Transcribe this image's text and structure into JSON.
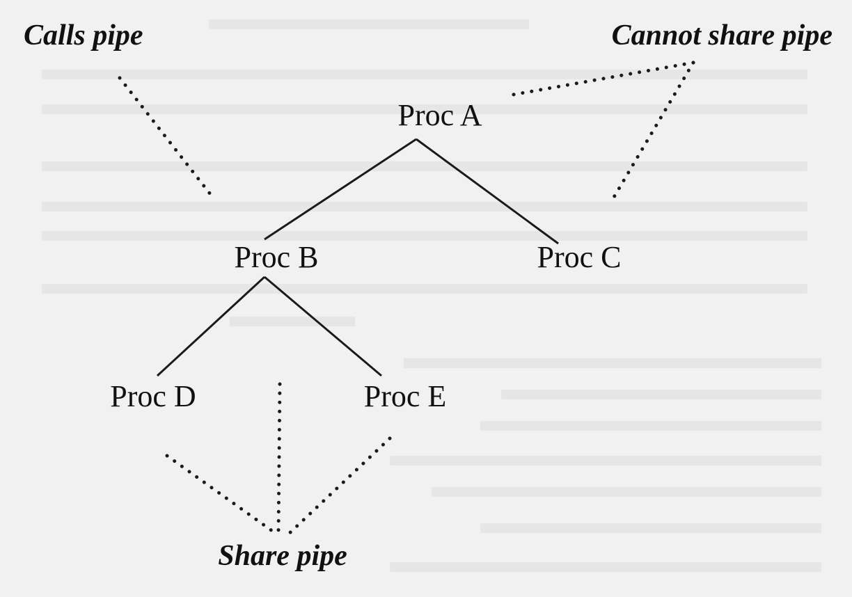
{
  "diagram": {
    "nodes": {
      "proc_a": "Proc A",
      "proc_b": "Proc B",
      "proc_c": "Proc C",
      "proc_d": "Proc D",
      "proc_e": "Proc E"
    },
    "annotations": {
      "calls_pipe": "Calls pipe",
      "cannot_share_pipe": "Cannot share pipe",
      "share_pipe": "Share pipe"
    }
  }
}
